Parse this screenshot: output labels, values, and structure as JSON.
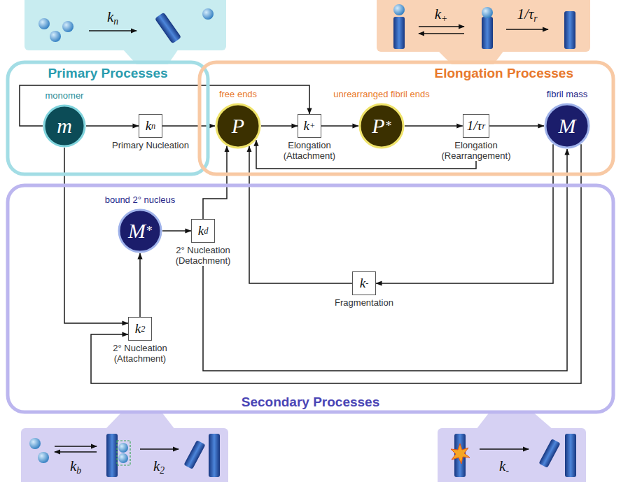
{
  "diagram": {
    "nodes": [
      {
        "text": [
          "kn"
        ]
      },
      {
        "text": [
          "k+",
          "1/τr"
        ]
      },
      {
        "text": [
          "Primary Processes"
        ]
      },
      {
        "text": [
          "Elongation Processes"
        ]
      },
      {
        "text": [
          "monomer",
          "m"
        ],
        "in": 2
      },
      {
        "text": [
          "kn",
          "Primary Nucleation"
        ],
        "in": 2
      },
      {
        "text": [
          "free ends",
          "P"
        ],
        "in": 3
      },
      {
        "text": [
          "k+",
          "Elongation (Attachment)"
        ],
        "in": 3
      },
      {
        "text": [
          "unrearranged fibril ends",
          "P*"
        ],
        "in": 3
      },
      {
        "text": [
          "1/τr",
          "Elongation (Rearrangement)"
        ],
        "in": 3
      },
      {
        "text": [
          "fibril mass",
          "M"
        ],
        "in": 3
      },
      {
        "text": [
          "Secondary Processes"
        ]
      },
      {
        "text": [
          "bound 2° nucleus",
          "M*"
        ],
        "in": 11
      },
      {
        "text": [
          "kd",
          "2° Nucleation (Detachment)"
        ],
        "in": 11
      },
      {
        "text": [
          "k-",
          "Fragmentation"
        ],
        "in": 11
      },
      {
        "text": [
          "k2",
          "2° Nucleation (Attachment)"
        ],
        "in": 11
      },
      {
        "text": [
          "kb",
          "k2"
        ]
      },
      {
        "text": [
          "k-"
        ]
      }
    ],
    "edges": [
      {
        "from": 4,
        "to": 5,
        "arrow": "to"
      },
      {
        "from": 5,
        "to": 6,
        "arrow": "to"
      },
      {
        "from": 6,
        "to": 7,
        "arrow": "to"
      },
      {
        "from": 4,
        "to": 7,
        "arrow": "to"
      },
      {
        "from": 7,
        "to": 8,
        "arrow": "to"
      },
      {
        "from": 8,
        "to": 9,
        "arrow": "to"
      },
      {
        "from": 9,
        "to": 10,
        "arrow": "to"
      },
      {
        "from": 9,
        "to": 6,
        "arrow": "to"
      },
      {
        "from": 4,
        "to": 15,
        "arrow": "to"
      },
      {
        "from": 10,
        "to": 15,
        "arrow": "to"
      },
      {
        "from": 15,
        "to": 12,
        "arrow": "to"
      },
      {
        "from": 12,
        "to": 13,
        "arrow": "to"
      },
      {
        "from": 13,
        "to": 6,
        "arrow": "to"
      },
      {
        "from": 13,
        "to": 10,
        "arrow": "to"
      },
      {
        "from": 10,
        "to": 14,
        "arrow": "to"
      },
      {
        "from": 14,
        "to": 6,
        "arrow": "to"
      }
    ]
  }
}
